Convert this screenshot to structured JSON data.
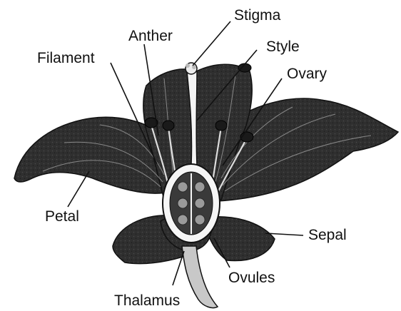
{
  "diagram": {
    "labels": {
      "stigma": "Stigma",
      "anther": "Anther",
      "style": "Style",
      "filament": "Filament",
      "ovary": "Ovary",
      "petal": "Petal",
      "sepal": "Sepal",
      "ovules": "Ovules",
      "thalamus": "Thalamus"
    },
    "colors": {
      "petal": "#2f2f2f",
      "ink": "#111111",
      "background": "#ffffff"
    }
  }
}
